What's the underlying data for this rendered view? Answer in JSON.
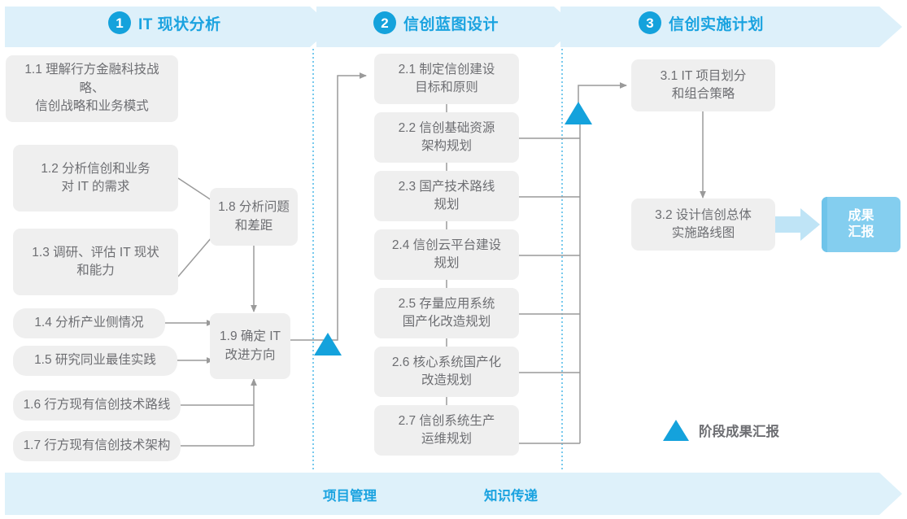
{
  "phases": [
    {
      "num": "1",
      "title": "IT 现状分析"
    },
    {
      "num": "2",
      "title": "信创蓝图设计"
    },
    {
      "num": "3",
      "title": "信创实施计划"
    }
  ],
  "colors": {
    "accent": "#1BA3E0",
    "banner": "#DDF0FA",
    "box_fill": "#EFEFEF",
    "box_text": "#6D6E72",
    "result_fill": "#84CEEF",
    "connector": "#9A9A9A",
    "divider": "#3FB3E5"
  },
  "stage1": {
    "boxes": [
      {
        "id": "1.1",
        "label": "1.1 理解行方金融科技战略、\n信创战略和业务模式"
      },
      {
        "id": "1.2",
        "label": "1.2 分析信创和业务\n对 IT 的需求"
      },
      {
        "id": "1.3",
        "label": "1.3 调研、评估 IT 现状\n和能力"
      },
      {
        "id": "1.4",
        "label": "1.4 分析产业侧情况"
      },
      {
        "id": "1.5",
        "label": "1.5 研究同业最佳实践"
      },
      {
        "id": "1.6",
        "label": "1.6 行方现有信创技术路线"
      },
      {
        "id": "1.7",
        "label": "1.7 行方现有信创技术架构"
      },
      {
        "id": "1.8",
        "label": "1.8 分析问题\n和差距"
      },
      {
        "id": "1.9",
        "label": "1.9 确定 IT\n改进方向"
      }
    ]
  },
  "stage2": {
    "boxes": [
      {
        "id": "2.1",
        "label": "2.1 制定信创建设\n目标和原则"
      },
      {
        "id": "2.2",
        "label": "2.2 信创基础资源\n架构规划"
      },
      {
        "id": "2.3",
        "label": "2.3 国产技术路线\n规划"
      },
      {
        "id": "2.4",
        "label": "2.4 信创云平台建设\n规划"
      },
      {
        "id": "2.5",
        "label": "2.5 存量应用系统\n国产化改造规划"
      },
      {
        "id": "2.6",
        "label": "2.6 核心系统国产化\n改造规划"
      },
      {
        "id": "2.7",
        "label": "2.7 信创系统生产\n运维规划"
      }
    ]
  },
  "stage3": {
    "boxes": [
      {
        "id": "3.1",
        "label": "3.1 IT 项目划分\n和组合策略"
      },
      {
        "id": "3.2",
        "label": "3.2 设计信创总体\n实施路线图"
      }
    ],
    "result": {
      "label": "成果\n汇报"
    }
  },
  "legend": {
    "label": "阶段成果汇报"
  },
  "footer": {
    "labels": [
      "项目管理",
      "知识传递"
    ]
  }
}
